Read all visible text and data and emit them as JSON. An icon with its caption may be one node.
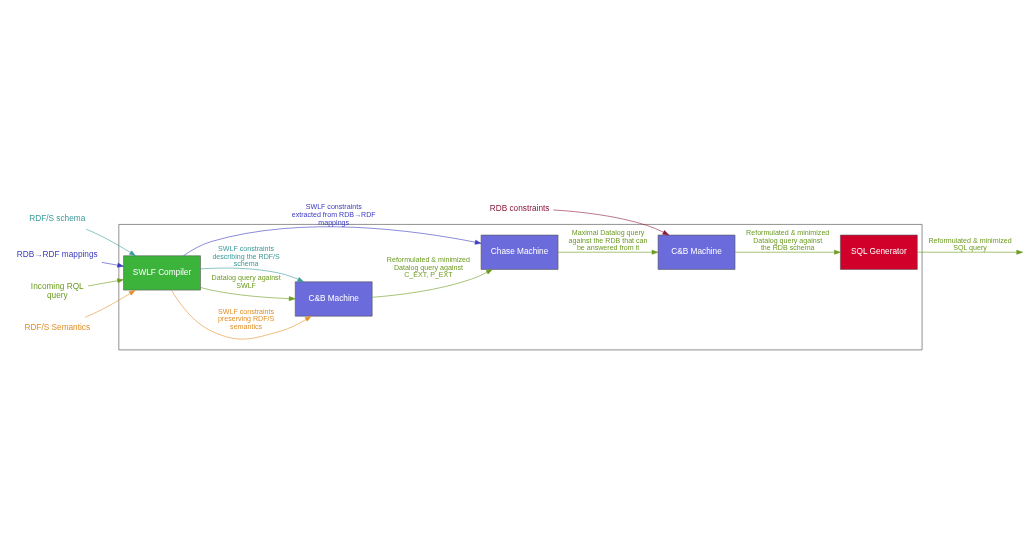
{
  "diagram": {
    "nodes": [
      {
        "text": [],
        "shape": "box"
      },
      {
        "text": [
          "RDF/S schema"
        ]
      },
      {
        "text": [
          "RDB→RDF mappings"
        ]
      },
      {
        "text": [
          "Incoming RQL query"
        ]
      },
      {
        "text": [
          "RDF/S Semantics"
        ]
      },
      {
        "text": [
          "SWLF Compiler"
        ],
        "in": 0
      },
      {
        "text": [
          "C&B Machine"
        ],
        "in": 0
      },
      {
        "text": [
          "Chase Machine"
        ],
        "in": 0
      },
      {
        "text": [
          "C&B Machine"
        ],
        "in": 0
      },
      {
        "text": [
          "SQL Generator"
        ],
        "in": 0
      },
      {
        "text": [
          "RDB constraints"
        ]
      }
    ],
    "edges": [
      {
        "from": 1,
        "to": 5,
        "arrow": "to",
        "color": "#3a9a9a"
      },
      {
        "from": 2,
        "to": 5,
        "arrow": "to",
        "color": "#3b3bc0"
      },
      {
        "from": 3,
        "to": 5,
        "arrow": "to"
      },
      {
        "from": 4,
        "to": 5,
        "arrow": "to",
        "color": "#e0902a"
      },
      {
        "from": 5,
        "to": 6,
        "arrow": "to",
        "label": "SWLF constraints preserving RDF/S semantics",
        "color": "#e0902a"
      },
      {
        "from": 5,
        "to": 6,
        "arrow": "to",
        "label": "Datalog query against SWLF"
      },
      {
        "from": 5,
        "to": 6,
        "arrow": "to",
        "label": "SWLF constraints describing the RDF/S schema",
        "color": "#3a9a9a"
      },
      {
        "from": 5,
        "to": 7,
        "arrow": "to",
        "label": "SWLF constraints extracted from RDB→RDF mappings",
        "color": "#3b3bc0"
      },
      {
        "from": 6,
        "to": 7,
        "arrow": "to",
        "label": "Reformulated & minimized Datalog query against C_EXT, P_EXT"
      },
      {
        "from": 7,
        "to": 8,
        "arrow": "to",
        "label": "Maximal Datalog query against the RDB that can be answered from it"
      },
      {
        "from": 10,
        "to": 8,
        "arrow": "to",
        "color": "#8b1a3a"
      },
      {
        "from": 8,
        "to": 9,
        "arrow": "to",
        "label": "Reformulated & minimized Datalog query against the RDB schema"
      },
      {
        "from": 9,
        "to": null,
        "arrow": "to",
        "label": "Reformulated & minimized SQL query"
      }
    ]
  }
}
